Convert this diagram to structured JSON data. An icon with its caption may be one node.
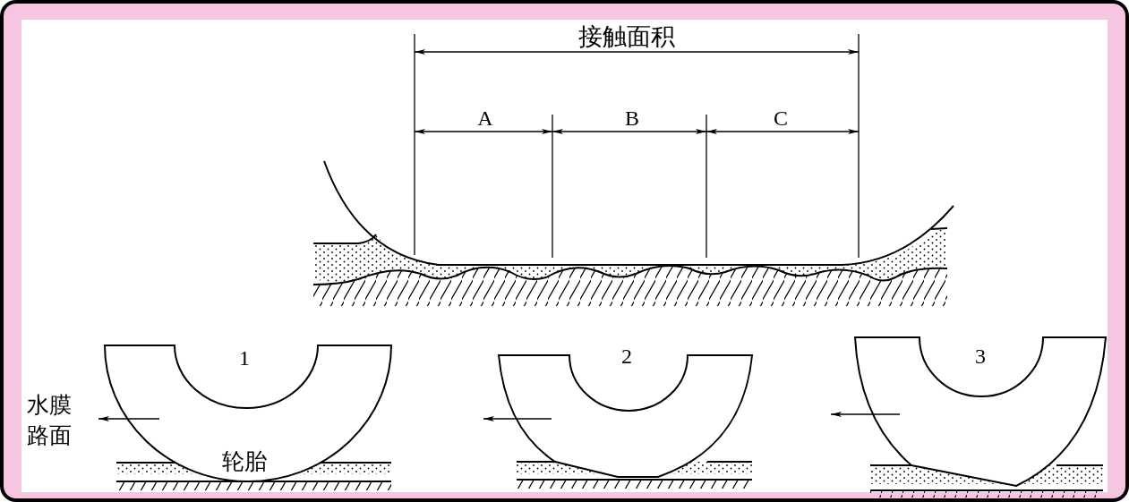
{
  "diagram": {
    "labels": [
      "接触面积",
      "A",
      "B",
      "C",
      "1",
      "2",
      "3",
      "水膜",
      "路面",
      "轮胎"
    ]
  }
}
